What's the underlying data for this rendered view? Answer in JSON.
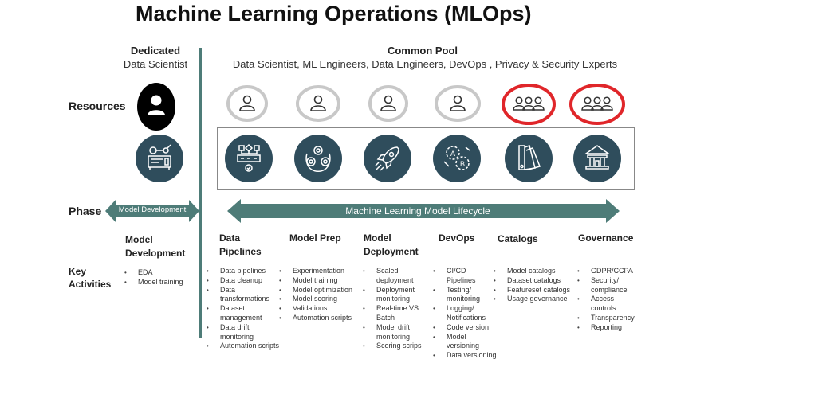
{
  "title": "Machine Learning Operations (MLOps)",
  "dedicated": {
    "title": "Dedicated",
    "subtitle": "Data Scientist"
  },
  "common_pool": {
    "title": "Common Pool",
    "subtitle": "Data Scientist, ML Engineers, Data Engineers, DevOps , Privacy & Security Experts"
  },
  "row_labels": {
    "resources": "Resources",
    "phase": "Phase",
    "key_activities": "Key\nActivities"
  },
  "phase_arrows": {
    "development": "Model Development",
    "lifecycle": "Machine Learning Model Lifecycle"
  },
  "colors": {
    "teal": "#4e7c78",
    "navy": "#2f4d5c",
    "highlight_red": "#e0262a",
    "person_gray": "#c8c8c8"
  },
  "columns": [
    {
      "key": "model-development",
      "title": "Model\nDevelopment",
      "icon": "pipeline-machine-icon",
      "activities": [
        "EDA",
        "Model training"
      ]
    },
    {
      "key": "data-pipelines",
      "title": "Data\nPipelines",
      "icon": "flowchart-icon",
      "activities": [
        "Data pipelines",
        "Data cleanup",
        "Data transformations",
        "Dataset management",
        "Data drift monitoring",
        "Automation scripts"
      ]
    },
    {
      "key": "model-prep",
      "title": "Model Prep",
      "icon": "gears-cycle-icon",
      "activities": [
        "Experimentation",
        "Model training",
        "Model optimization",
        "Model scoring",
        "Validations",
        "Automation scripts"
      ]
    },
    {
      "key": "model-deployment",
      "title": "Model\nDeployment",
      "icon": "rocket-icon",
      "activities": [
        "Scaled deployment",
        "Deployment monitoring",
        "Real-time VS Batch",
        "Model drift monitoring",
        "Scoring scrips"
      ]
    },
    {
      "key": "devops",
      "title": "DevOps",
      "icon": "ab-gears-icon",
      "activities": [
        "CI/CD Pipelines",
        "Testing/ monitoring",
        "Logging/ Notifications",
        "Code version",
        "Model versioning",
        "Data versioning"
      ]
    },
    {
      "key": "catalogs",
      "title": "Catalogs",
      "icon": "swatch-fan-icon",
      "activities": [
        "Model catalogs",
        "Dataset catalogs",
        "Featureset catalogs",
        "Usage governance"
      ]
    },
    {
      "key": "governance",
      "title": "Governance",
      "icon": "bank-building-icon",
      "activities": [
        "GDPR/CCPA",
        "Security/ compliance",
        "Access controls",
        "Transparency",
        "Reporting"
      ]
    }
  ]
}
